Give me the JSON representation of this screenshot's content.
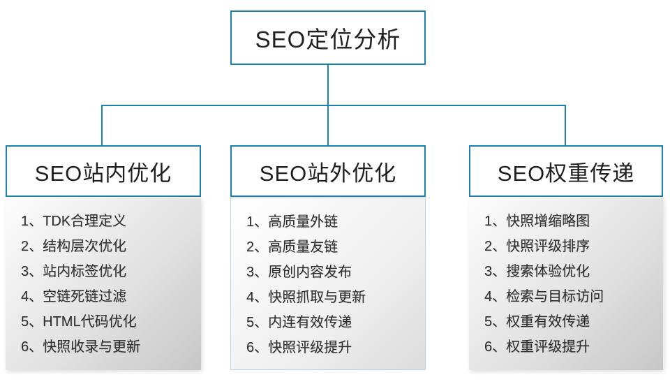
{
  "diagram": {
    "root": {
      "label": "SEO定位分析"
    },
    "columns": [
      {
        "title": "SEO站内优化",
        "items": [
          "1、TDK合理定义",
          "2、结构层次优化",
          "3、站内标签优化",
          "4、空链死链过滤",
          "5、HTML代码优化",
          "6、快照收录与更新"
        ]
      },
      {
        "title": "SEO站外优化",
        "items": [
          "1、高质量外链",
          "2、高质量友链",
          "3、原创内容发布",
          "4、快照抓取与更新",
          "5、内连有效传递",
          "6、快照评级提升"
        ]
      },
      {
        "title": "SEO权重传递",
        "items": [
          "1、快照增缩略图",
          "2、快照评级排序",
          "3、搜索体验优化",
          "4、检索与目标访问",
          "5、权重有效传递",
          "6、权重评级提升"
        ]
      }
    ],
    "colors": {
      "border": "#1a81b0",
      "connector": "#1a81b0",
      "text": "#2e2e2e",
      "panel_gradient_start": "#fdfdfd",
      "panel_gradient_end": "#c7c7c7"
    }
  }
}
